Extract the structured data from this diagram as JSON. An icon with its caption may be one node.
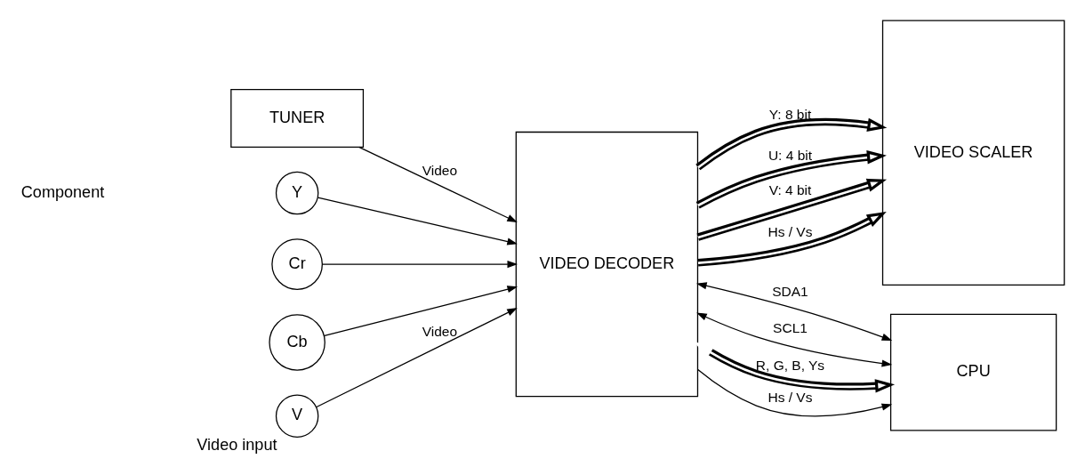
{
  "diagram": {
    "nodes": [
      {
        "text": [
          "TUNER"
        ]
      },
      {
        "text": [
          "VIDEO DECODER"
        ]
      },
      {
        "text": [
          "VIDEO SCALER"
        ]
      },
      {
        "text": [
          "Y"
        ]
      },
      {
        "text": [
          "Cr"
        ]
      },
      {
        "text": [
          "Cb"
        ]
      },
      {
        "text": [
          "V"
        ],
        "beside": [
          "Video input"
        ]
      },
      {
        "text": [
          "CPU"
        ]
      }
    ],
    "edges": [
      {
        "from": 0,
        "to": 1,
        "arrow": "to",
        "label": "Video"
      },
      {
        "from": 3,
        "to": 1,
        "arrow": "to"
      },
      {
        "from": 4,
        "to": 1,
        "arrow": "to"
      },
      {
        "from": 5,
        "to": 1,
        "arrow": "to"
      },
      {
        "from": 6,
        "to": 1,
        "arrow": "to",
        "label": "Video"
      },
      {
        "from": 1,
        "to": 2,
        "arrow": "to",
        "label": "Y: 8 bit",
        "style": "thick"
      },
      {
        "from": 1,
        "to": 2,
        "arrow": "to",
        "label": "U: 4 bit",
        "style": "thick"
      },
      {
        "from": 1,
        "to": 2,
        "arrow": "to",
        "label": "V: 4 bit",
        "style": "thick"
      },
      {
        "from": 1,
        "to": 2,
        "arrow": "to",
        "label": "Hs / Vs",
        "style": "thick"
      },
      {
        "from": 1,
        "to": 7,
        "arrow": "both",
        "label": "SDA1"
      },
      {
        "from": 1,
        "to": 7,
        "arrow": "both",
        "label": "SCL1"
      },
      {
        "from": 1,
        "to": 7,
        "arrow": "both",
        "label": "R, G, B, Ys",
        "style": "thick"
      },
      {
        "from": 1,
        "to": 7,
        "arrow": "to",
        "label": "Hs / Vs"
      }
    ],
    "labels": [
      "Component"
    ]
  }
}
